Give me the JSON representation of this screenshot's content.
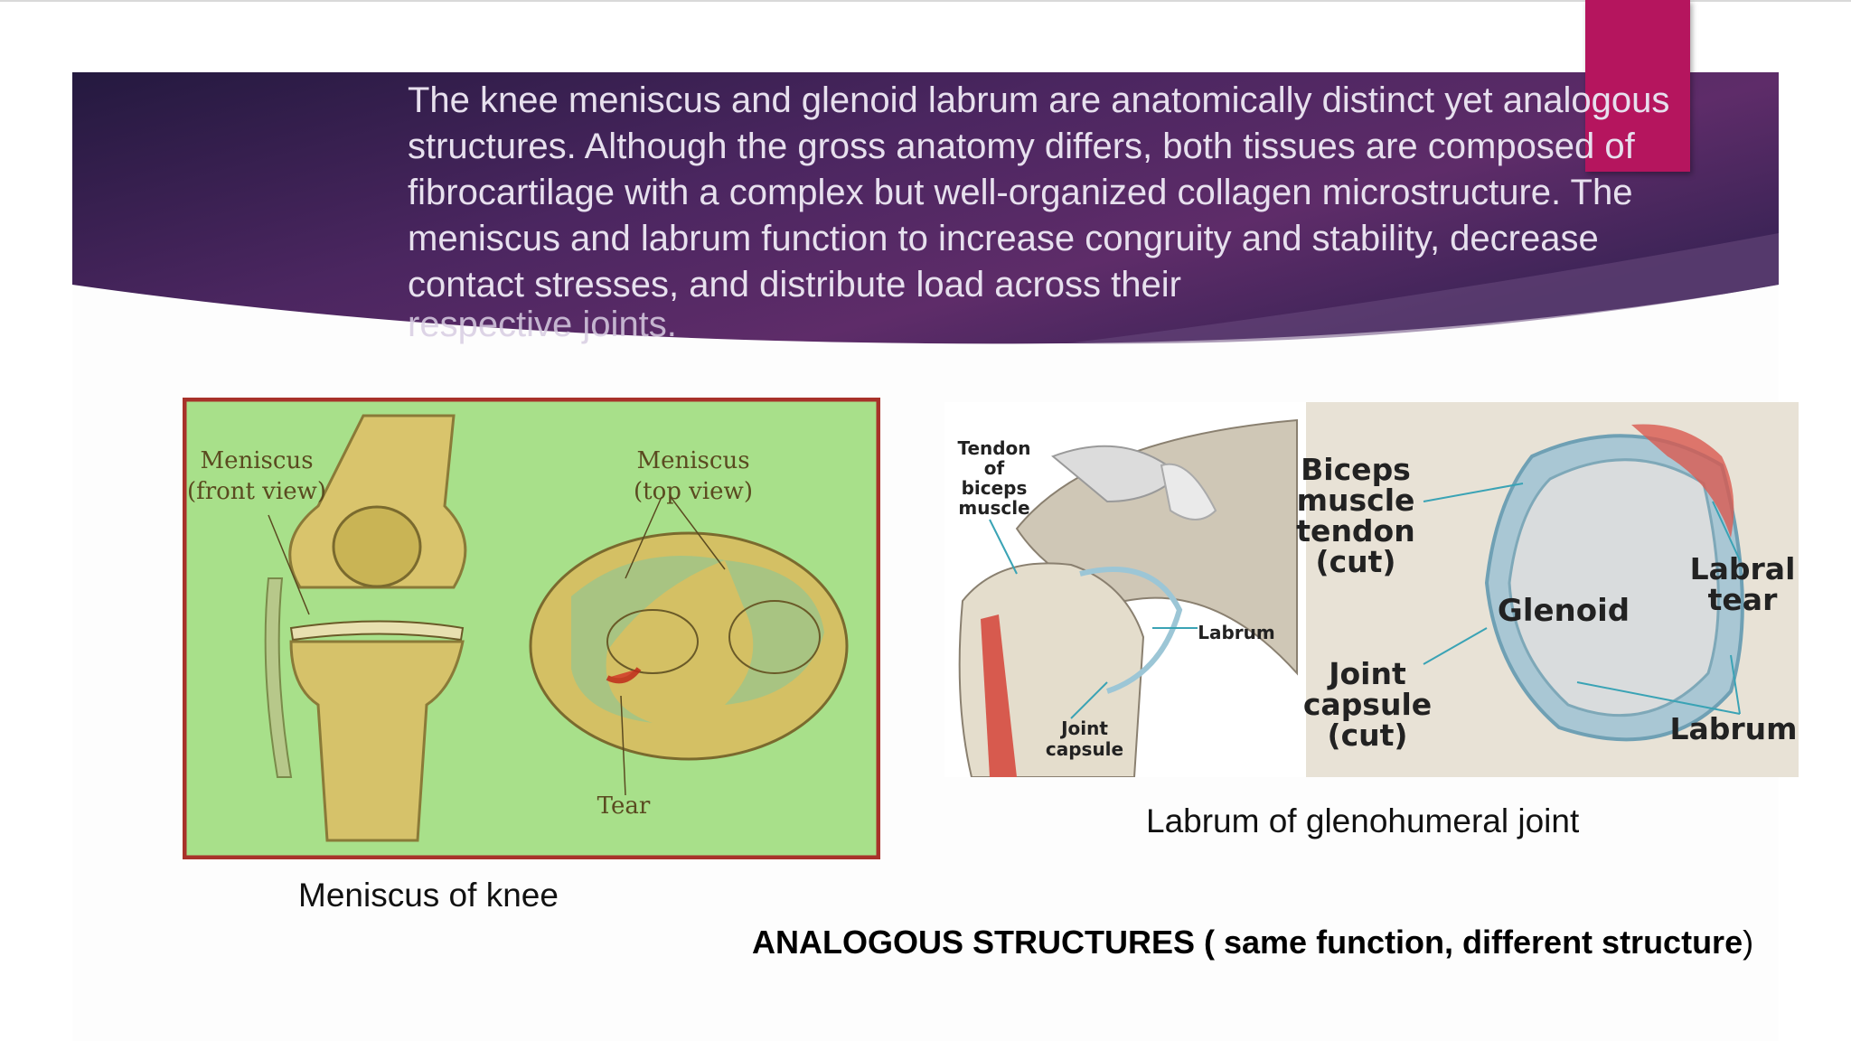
{
  "banner": {
    "text": "The knee meniscus and glenoid labrum are anatomically distinct yet analogous structures. Although the gross anatomy differs, both tissues are composed of fibrocartilage with a complex but well-organized collagen microstructure. The meniscus and labrum function to increase congruity and stability, decrease contact stresses, and distribute load across their",
    "tail": "respective joints."
  },
  "knee_figure": {
    "front_label": "Meniscus (front view)",
    "top_label": "Meniscus (top view)",
    "tear_label": "Tear",
    "caption": "Meniscus of knee"
  },
  "shoulder_figure": {
    "tendon_label": "Tendon of biceps muscle",
    "biceps_label": "Biceps muscle tendon (cut)",
    "labrum_small_label": "Labrum",
    "joint_capsule_small_label": "Joint capsule",
    "glenoid_label": "Glenoid",
    "labral_tear_label": "Labral tear",
    "joint_capsule_cut_label": "Joint capsule (cut)",
    "labrum_label": "Labrum",
    "caption": "Labrum of glenohumeral joint"
  },
  "footer": {
    "bold_text": "ANALOGOUS STRUCTURES ( same function, different structure",
    "closing": ")"
  },
  "colors": {
    "accent": "#b5155e",
    "banner_dark": "#2a1d4e",
    "banner_mid": "#5c2a67",
    "knee_bg": "#a8e08a",
    "knee_border": "#a8322a"
  }
}
